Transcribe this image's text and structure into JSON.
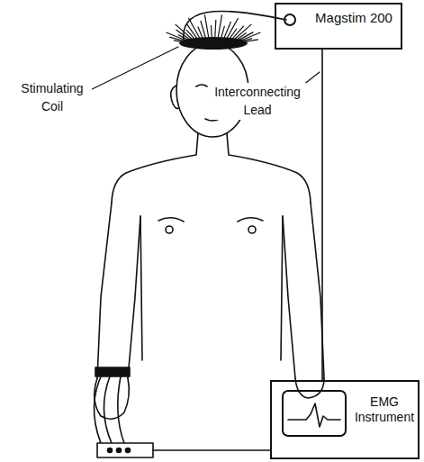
{
  "diagram": {
    "nodes": [
      {
        "text": [
          "Magstim 200"
        ]
      },
      {
        "text": [
          "EMG Instrument"
        ]
      }
    ],
    "edges": [
      {
        "from": 0,
        "to": 1,
        "arrow": "none"
      }
    ],
    "labels": [
      "Stimulating Coil",
      "Interconnecting Lead"
    ]
  }
}
